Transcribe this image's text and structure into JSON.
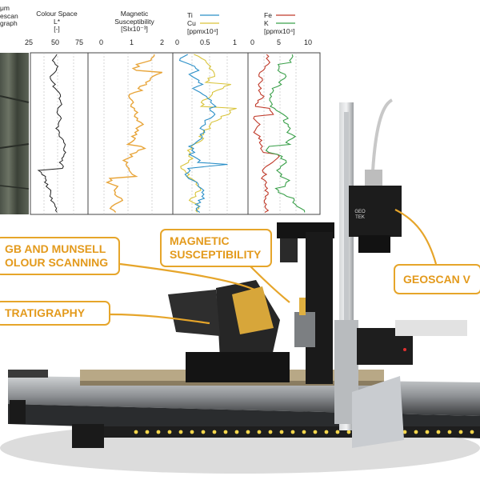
{
  "colors": {
    "callout_border": "#e6a52a",
    "callout_text": "#e39a1c",
    "magsus_line": "#e8a53a",
    "ti_line": "#2a8fc8",
    "cu_line": "#d9c43a",
    "fe_line": "#c03a2a",
    "k_line": "#3aa04a",
    "lstar_line": "#222222"
  },
  "panel": {
    "photo_header": [
      "μm",
      "escan",
      "graph"
    ],
    "colour_space": {
      "title": "Colour Space",
      "var": "L*",
      "unit": "[-]",
      "ticks": [
        "25",
        "50",
        "75"
      ]
    },
    "magnetic": {
      "title": "Magnetic",
      "subtitle": "Susceptibility",
      "unit": "[SIx10⁻³]",
      "ticks": [
        "0",
        "1",
        "2"
      ]
    },
    "ti_cu": {
      "ti": "Ti",
      "cu": "Cu",
      "unit": "[ppmx10⁴]",
      "ticks": [
        "0",
        "0.5",
        "1"
      ]
    },
    "fe_k": {
      "fe": "Fe",
      "k": "K",
      "unit": "[ppmx10⁴]",
      "ticks": [
        "0",
        "5",
        "10"
      ]
    }
  },
  "callouts": {
    "rgb": [
      "GB AND MUNSELL",
      "OLOUR SCANNING"
    ],
    "magnetic": [
      "MAGNETIC",
      "SUSCEPTIBILITY"
    ],
    "strat": "TRATIGRAPHY",
    "geoscan": "GEOSCAN V"
  },
  "device": {
    "label": "GEO TEK"
  }
}
